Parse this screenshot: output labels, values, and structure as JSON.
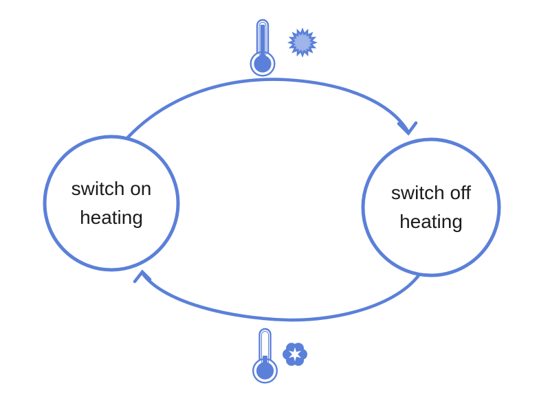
{
  "diagram": {
    "states": {
      "on": {
        "line1": "switch on",
        "line2": "heating"
      },
      "off": {
        "line1": "switch off",
        "line2": "heating"
      }
    },
    "transitions": {
      "top": {
        "from": "switch on heating",
        "to": "switch off heating",
        "condition_icons": [
          "thermometer-hot-icon",
          "sun-icon"
        ]
      },
      "bottom": {
        "from": "switch off heating",
        "to": "switch on heating",
        "condition_icons": [
          "thermometer-cold-icon",
          "snowflake-icon"
        ]
      }
    },
    "colors": {
      "accent": "#5B80D9",
      "accent_light": "#9FB4E8",
      "text": "#1B1B1B",
      "background": "#FFFFFF"
    }
  }
}
